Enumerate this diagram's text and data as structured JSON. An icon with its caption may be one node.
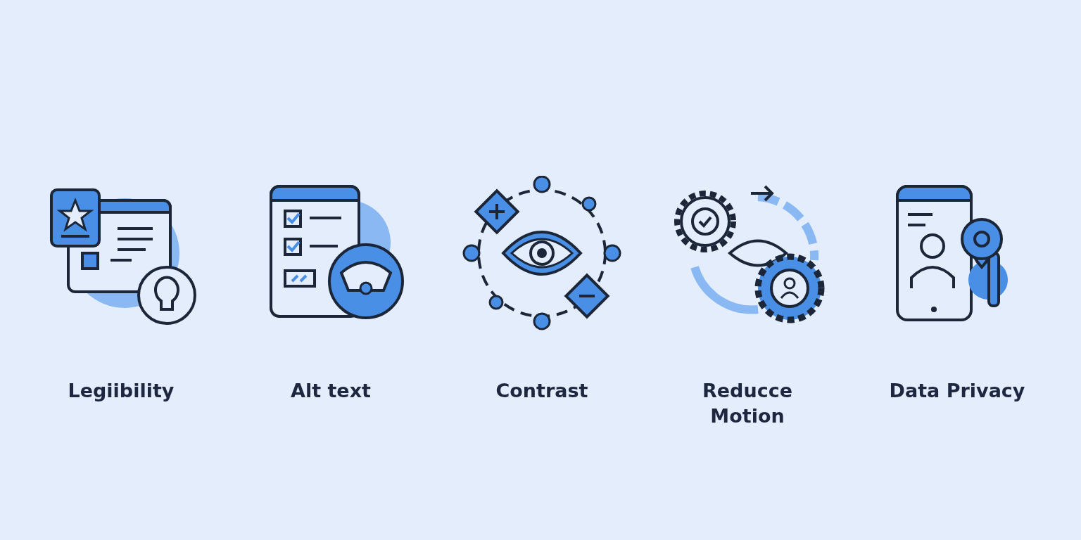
{
  "diagram": {
    "labels": [
      "Legiibility",
      "Alt text",
      "Contrast",
      "Reducce Motion",
      "Data Privacy"
    ]
  }
}
